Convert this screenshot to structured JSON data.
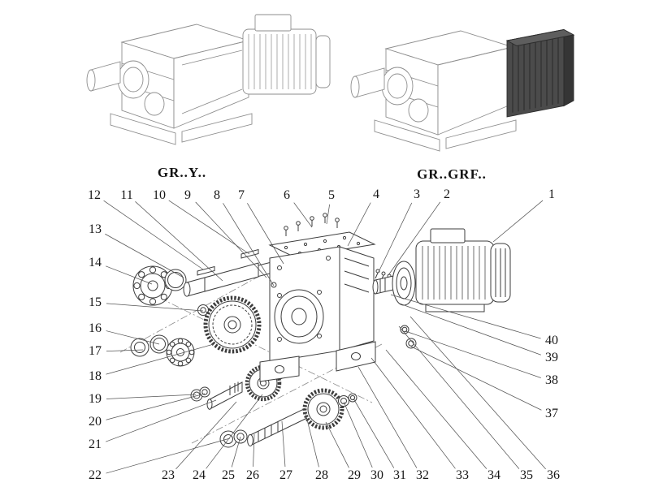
{
  "figure": {
    "model_labels": {
      "left": "GR..Y..",
      "right": "GR..GRF.."
    },
    "part_numbers": [
      "1",
      "2",
      "3",
      "4",
      "5",
      "6",
      "7",
      "8",
      "9",
      "10",
      "11",
      "12",
      "13",
      "14",
      "15",
      "16",
      "17",
      "18",
      "19",
      "20",
      "21",
      "22",
      "23",
      "24",
      "25",
      "26",
      "27",
      "28",
      "29",
      "30",
      "31",
      "32",
      "33",
      "34",
      "35",
      "36",
      "37",
      "38",
      "39",
      "40"
    ]
  }
}
